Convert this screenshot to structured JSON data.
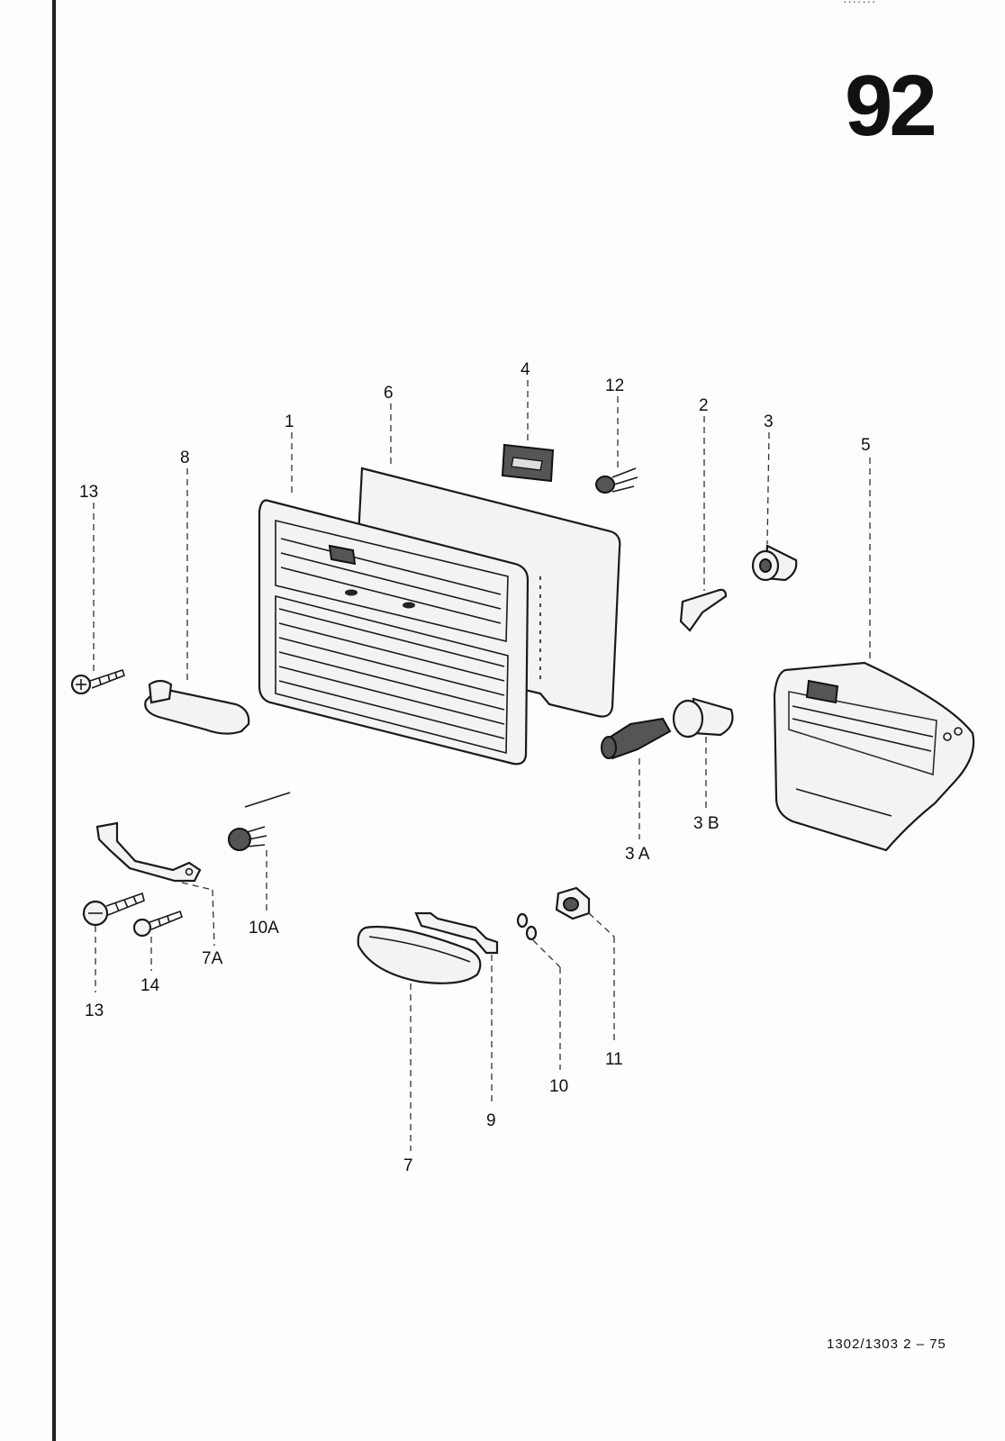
{
  "header": {
    "page_number": "92",
    "top_code": "·······"
  },
  "footer": {
    "code": "1302/1303  2 – 75"
  },
  "callouts": [
    {
      "id": "label-1",
      "text": "1"
    },
    {
      "id": "label-2",
      "text": "2"
    },
    {
      "id": "label-3",
      "text": "3"
    },
    {
      "id": "label-3a",
      "text": "3 A"
    },
    {
      "id": "label-3b",
      "text": "3 B"
    },
    {
      "id": "label-4",
      "text": "4"
    },
    {
      "id": "label-5",
      "text": "5"
    },
    {
      "id": "label-6",
      "text": "6"
    },
    {
      "id": "label-7",
      "text": "7"
    },
    {
      "id": "label-7a",
      "text": "7A"
    },
    {
      "id": "label-8",
      "text": "8"
    },
    {
      "id": "label-9",
      "text": "9"
    },
    {
      "id": "label-10",
      "text": "10"
    },
    {
      "id": "label-10a",
      "text": "10A"
    },
    {
      "id": "label-11",
      "text": "11"
    },
    {
      "id": "label-12",
      "text": "12"
    },
    {
      "id": "label-13-top",
      "text": "13"
    },
    {
      "id": "label-13-bottom",
      "text": "13"
    },
    {
      "id": "label-14",
      "text": "14"
    }
  ]
}
